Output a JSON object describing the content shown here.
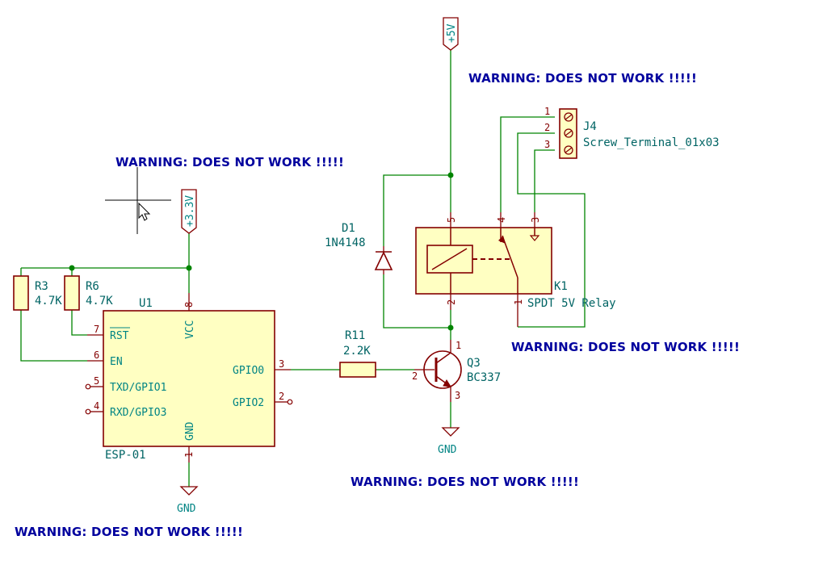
{
  "warnings": [
    "WARNING: DOES NOT WORK !!!!!",
    "WARNING: DOES NOT WORK !!!!!",
    "WARNING: DOES NOT WORK !!!!!",
    "WARNING: DOES NOT WORK !!!!!",
    "WARNING: DOES NOT WORK !!!!!"
  ],
  "power": {
    "v5": "+5V",
    "v33": "+3.3V",
    "gnd": "GND"
  },
  "u1": {
    "ref": "U1",
    "value": "ESP-01",
    "pins": {
      "rst_name": "RST",
      "rst_num": "7",
      "en_name": "EN",
      "en_num": "6",
      "txd_name": "TXD/GPIO1",
      "txd_num": "5",
      "rxd_name": "RXD/GPIO3",
      "rxd_num": "4",
      "vcc_name": "VCC",
      "vcc_num": "8",
      "gnd_name": "GND",
      "gnd_num": "1",
      "gpio0_name": "GPIO0",
      "gpio0_num": "3",
      "gpio2_name": "GPIO2",
      "gpio2_num": "2"
    }
  },
  "r3": {
    "ref": "R3",
    "value": "4.7K"
  },
  "r6": {
    "ref": "R6",
    "value": "4.7K"
  },
  "r11": {
    "ref": "R11",
    "value": "2.2K"
  },
  "d1": {
    "ref": "D1",
    "value": "1N4148"
  },
  "q3": {
    "ref": "Q3",
    "value": "BC337",
    "pin1": "1",
    "pin2": "2",
    "pin3": "3"
  },
  "k1": {
    "ref": "K1",
    "value": "SPDT 5V Relay",
    "pin1": "1",
    "pin2": "2",
    "pin3": "3",
    "pin4": "4",
    "pin5": "5"
  },
  "j4": {
    "ref": "J4",
    "value": "Screw_Terminal_01x03",
    "pin1": "1",
    "pin2": "2",
    "pin3": "3"
  }
}
